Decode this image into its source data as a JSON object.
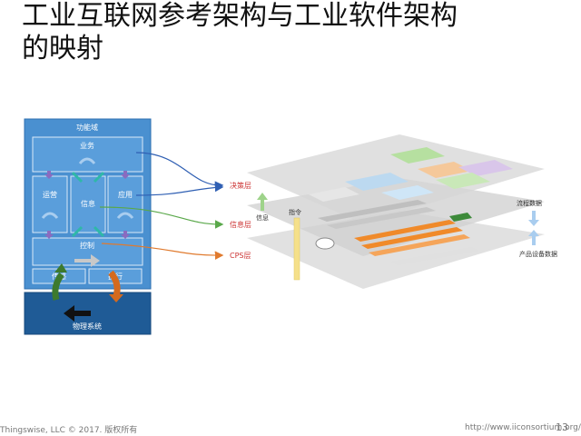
{
  "title": {
    "line1": "工业互联网参考架构与工业软件架构",
    "line2": "的映射"
  },
  "left_diagram": {
    "functional_domain": "功能域",
    "business": "业务",
    "operations": "运营",
    "information": "信息",
    "application": "应用",
    "control": "控制",
    "sensing": "传感",
    "actuation": "执行",
    "physical_system": "物理系统"
  },
  "connectors": {
    "decision_layer": "决策层",
    "information_layer": "信息层",
    "cps_layer": "CPS层"
  },
  "right_diagram": {
    "info_label": "信息",
    "command_label": "指令",
    "process_data": "流程数据",
    "product_equipment_data": "产品设备数据"
  },
  "colors": {
    "domain_blue": "#4a90d0",
    "domain_dark": "#2f6fb0",
    "physical_blue": "#1f5b96",
    "decision_red": "#cc3333",
    "info_arrow_green": "#5aa84a",
    "cps_orange": "#e07a2e",
    "layer_gray": "#d9d9d9",
    "orange_bar": "#f08a2a",
    "command_bar": "#f5e08a"
  },
  "footer": {
    "left": "Thingswise, LLC © 2017. 版权所有",
    "right": "http://www.iiconsortium.org/IIRA",
    "page": "13"
  }
}
